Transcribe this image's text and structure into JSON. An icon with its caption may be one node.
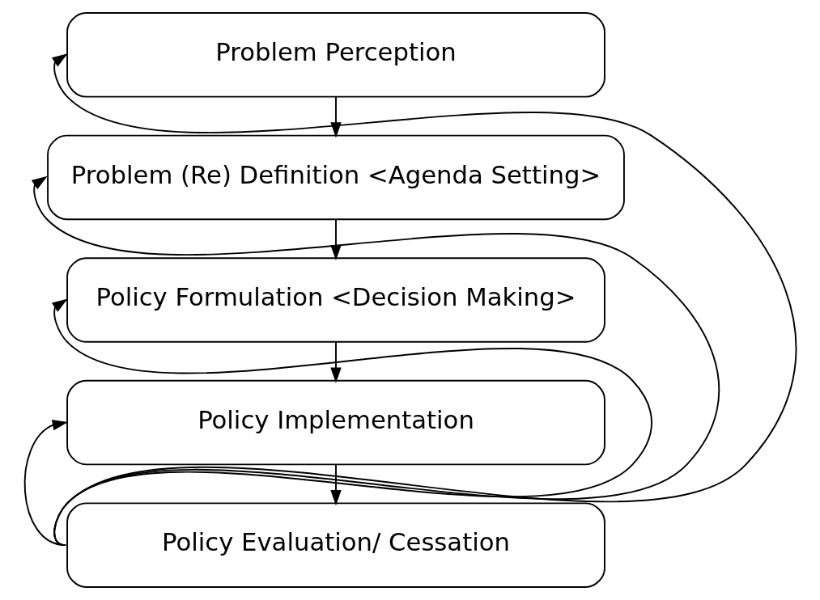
{
  "diagram": {
    "nodes": [
      {
        "text": [
          "Problem Perception"
        ]
      },
      {
        "text": [
          "Problem (Re) Definition <Agenda Setting>"
        ]
      },
      {
        "text": [
          "Policy Formulation <Decision Making>"
        ]
      },
      {
        "text": [
          "Policy Implementation"
        ]
      },
      {
        "text": [
          "Policy Evaluation/ Cessation"
        ]
      }
    ],
    "edges": [
      {
        "from": 0,
        "to": 1,
        "arrow": "to"
      },
      {
        "from": 1,
        "to": 2,
        "arrow": "to"
      },
      {
        "from": 2,
        "to": 3,
        "arrow": "to"
      },
      {
        "from": 3,
        "to": 4,
        "arrow": "to"
      },
      {
        "from": 4,
        "to": 0,
        "arrow": "to"
      },
      {
        "from": 4,
        "to": 1,
        "arrow": "to"
      },
      {
        "from": 4,
        "to": 2,
        "arrow": "to"
      },
      {
        "from": 4,
        "to": 3,
        "arrow": "to"
      }
    ]
  }
}
